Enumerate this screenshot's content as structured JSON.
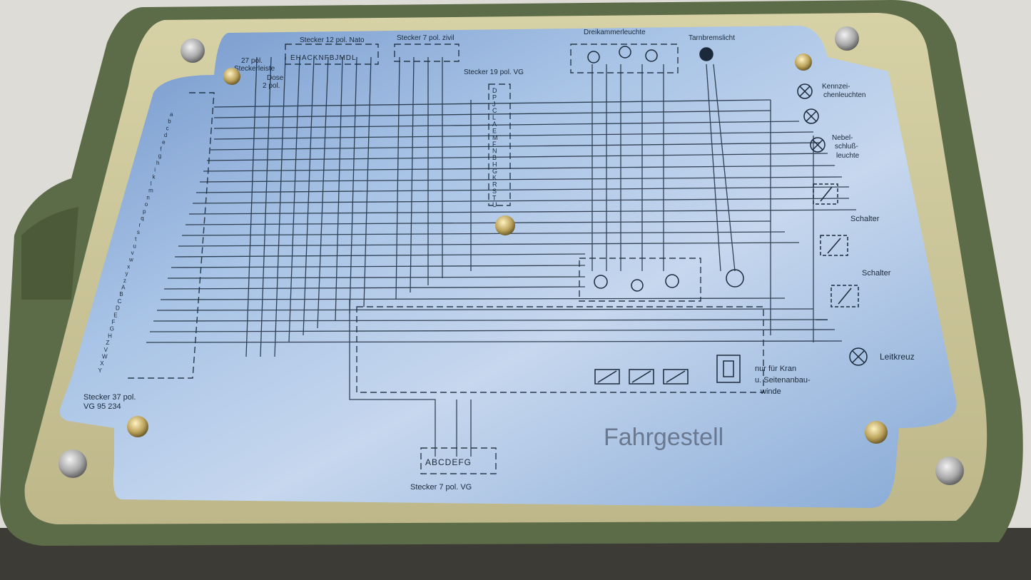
{
  "plate": {
    "title": "Fahrgestell",
    "labels": {
      "stecker12": "Stecker 12 pol. Nato",
      "stecker12_pins": "EHACKNFBJMDL",
      "stecker7zivil": "Stecker 7 pol. zivil",
      "pol27_a": "27 pol.",
      "pol27_b": "Steckerleiste",
      "dose_a": "Dose",
      "dose_b": "2 pol.",
      "stecker19": "Stecker 19 pol. VG",
      "dreikammer": "Dreikammerleuchte",
      "tarnbrems": "Tarnbremslicht",
      "kennzeichen_a": "Kennzei-",
      "kennzeichen_b": "chenleuchten",
      "nebel_a": "Nebel-",
      "nebel_b": "schluß-",
      "nebel_c": "leuchte",
      "schalter1": "Schalter",
      "schalter2": "Schalter",
      "leitkreuz": "Leitkreuz",
      "kran_a": "nur für Kran",
      "kran_b": "u. Seitenanbau-",
      "kran_c": "winde",
      "stecker37_a": "Stecker 37 pol.",
      "stecker37_b": "VG 95 234",
      "stecker7vg": "Stecker 7 pol. VG",
      "stecker7vg_pins": "ABCDEFG"
    },
    "pins19": [
      "D",
      "P",
      "J",
      "C",
      "L",
      "A",
      "E",
      "M",
      "F",
      "N",
      "B",
      "H",
      "G",
      "K",
      "R",
      "S",
      "T",
      "U"
    ],
    "pins37": [
      "a",
      "b",
      "c",
      "d",
      "e",
      "f",
      "g",
      "h",
      "i",
      "k",
      "l",
      "m",
      "n",
      "o",
      "p",
      "q",
      "r",
      "s",
      "t",
      "u",
      "v",
      "w",
      "x",
      "y",
      "z",
      "A",
      "B",
      "C",
      "D",
      "E",
      "F",
      "G",
      "H",
      "Z",
      "V",
      "W",
      "X",
      "Y"
    ]
  },
  "colors": {
    "housing": "#5c6b48",
    "gasket": "#c9c49a",
    "plate": "#8fb2dc",
    "ink": "#1b2a3a"
  }
}
